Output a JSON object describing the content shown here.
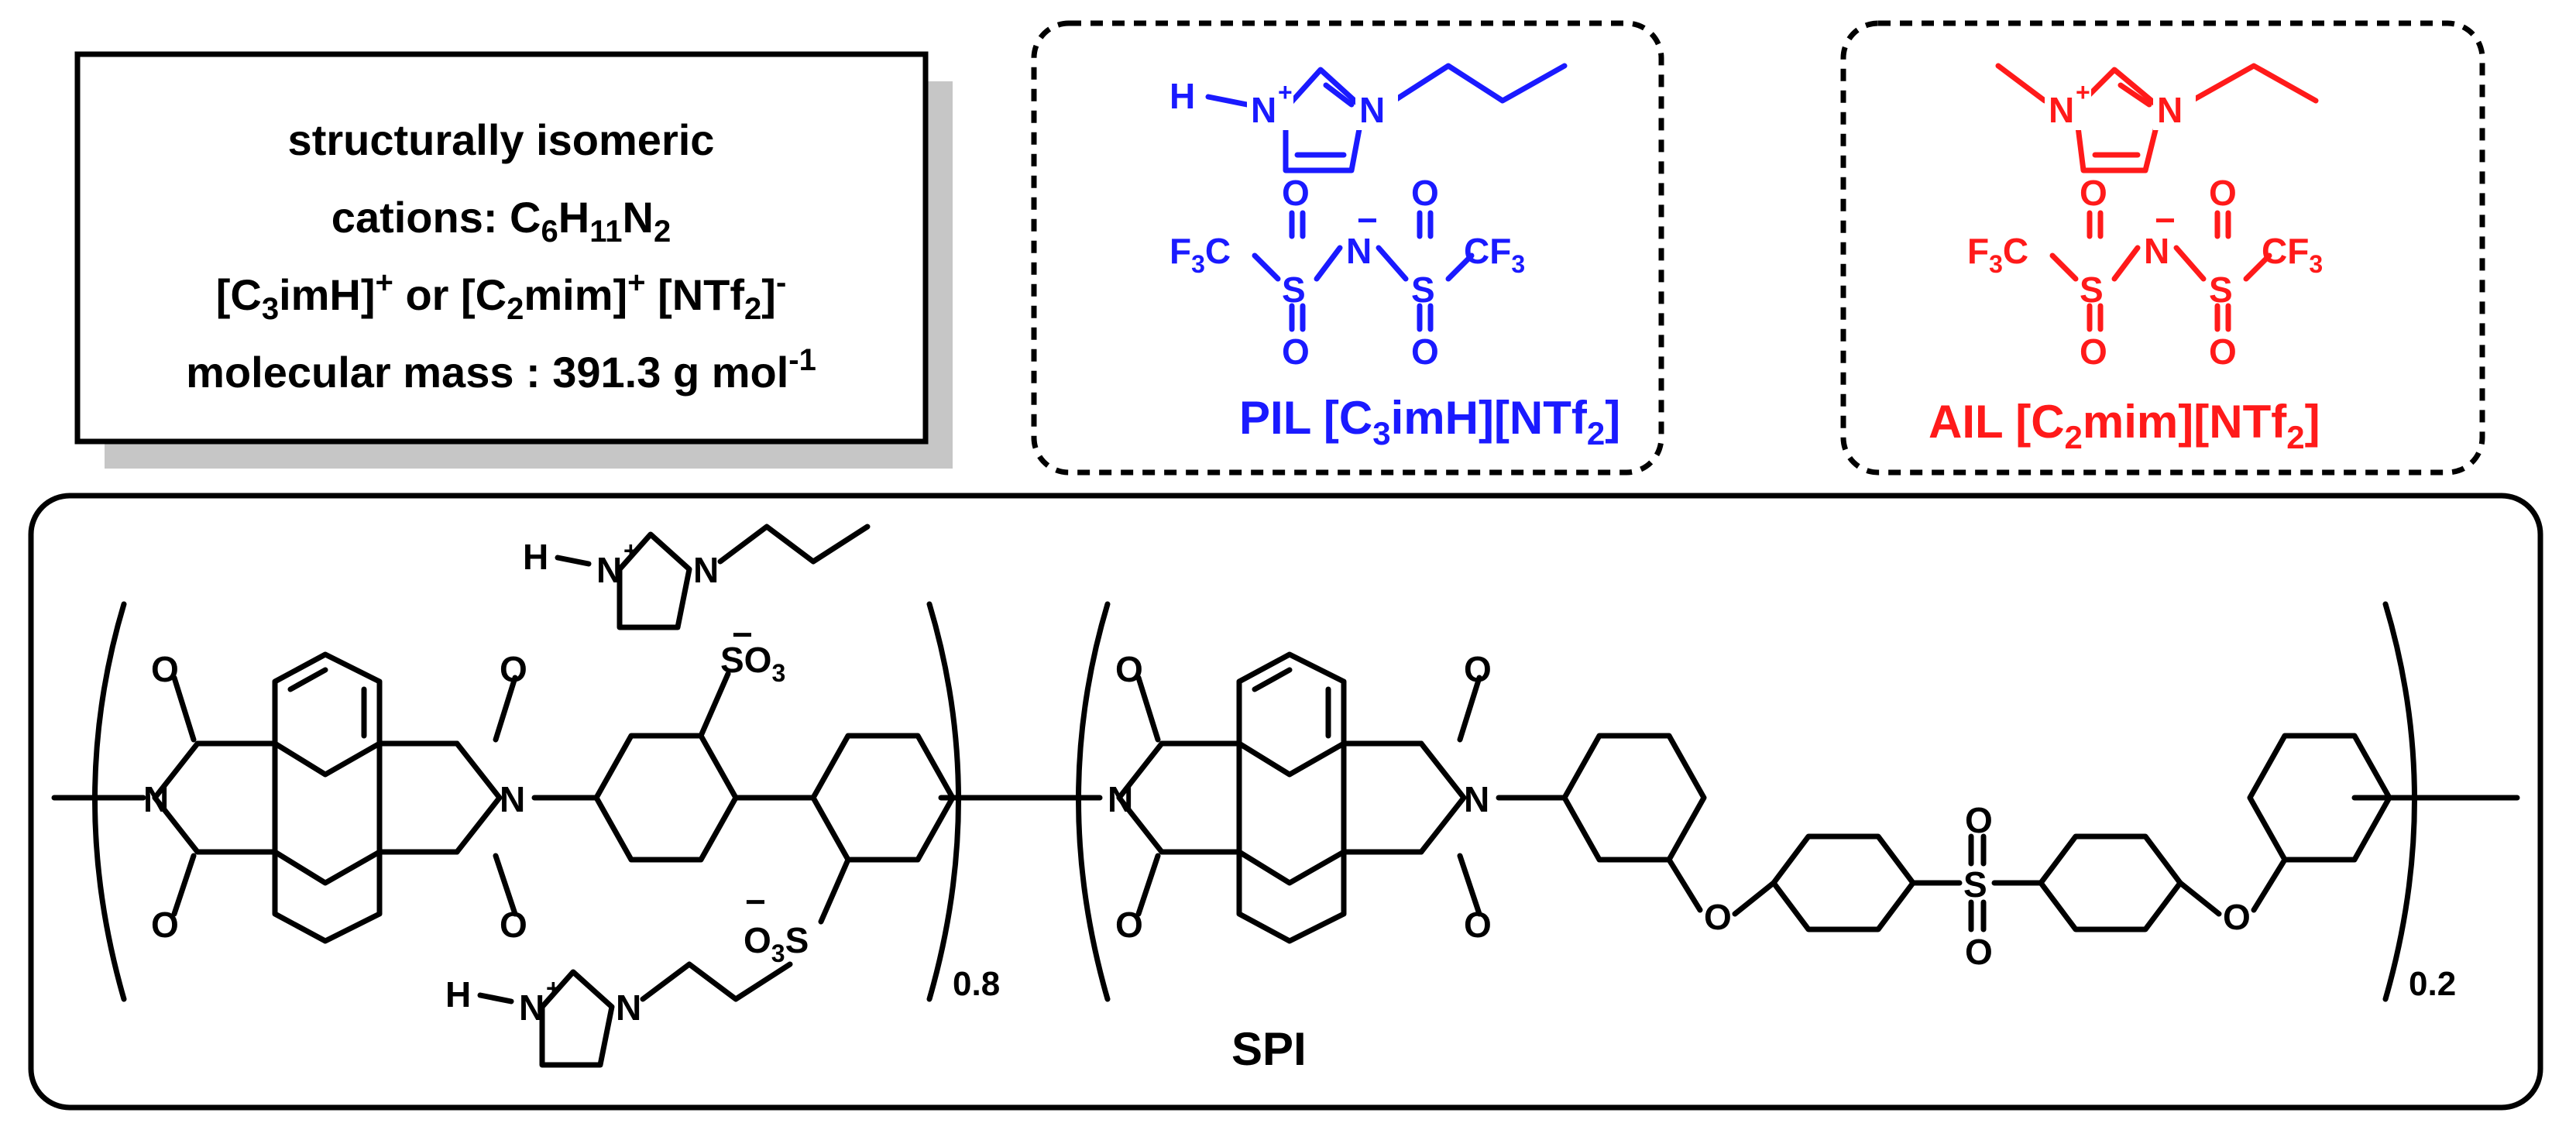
{
  "info_box": {
    "line1": "structurally isomeric",
    "line2_prefix": "cations: C",
    "line2_sub1": "6",
    "line2_mid": "H",
    "line2_sub2": "11",
    "line2_end": "N",
    "line2_sub3": "2",
    "line3_a": "[C",
    "line3_a_sub": "3",
    "line3_b": "imH]",
    "line3_b_sup": "+",
    "line3_c": " or [C",
    "line3_c_sub": "2",
    "line3_d": "mim]",
    "line3_d_sup": "+",
    "line3_e": " [NTf",
    "line3_e_sub": "2",
    "line3_f": "]",
    "line3_f_sup": "-",
    "line4": "molecular mass : 391.3 g mol",
    "line4_sup": "-1"
  },
  "pil": {
    "label_a": "PIL [C",
    "label_sub1": "3",
    "label_b": "imH][NTf",
    "label_sub2": "2",
    "label_c": "]",
    "color": "#1a1aff"
  },
  "ail": {
    "label_a": "AIL [C",
    "label_sub1": "2",
    "label_b": "mim][NTf",
    "label_sub2": "2",
    "label_c": "]",
    "color": "#ff1a1a"
  },
  "spi": {
    "label": "SPI",
    "sub_08": "0.8",
    "sub_02": "0.2"
  },
  "atoms": {
    "H": "H",
    "N": "N",
    "O": "O",
    "S": "S",
    "plus": "+",
    "minus": "−",
    "F3C": "F",
    "three": "3",
    "CF": "CF",
    "C": "C",
    "SO": "SO"
  }
}
